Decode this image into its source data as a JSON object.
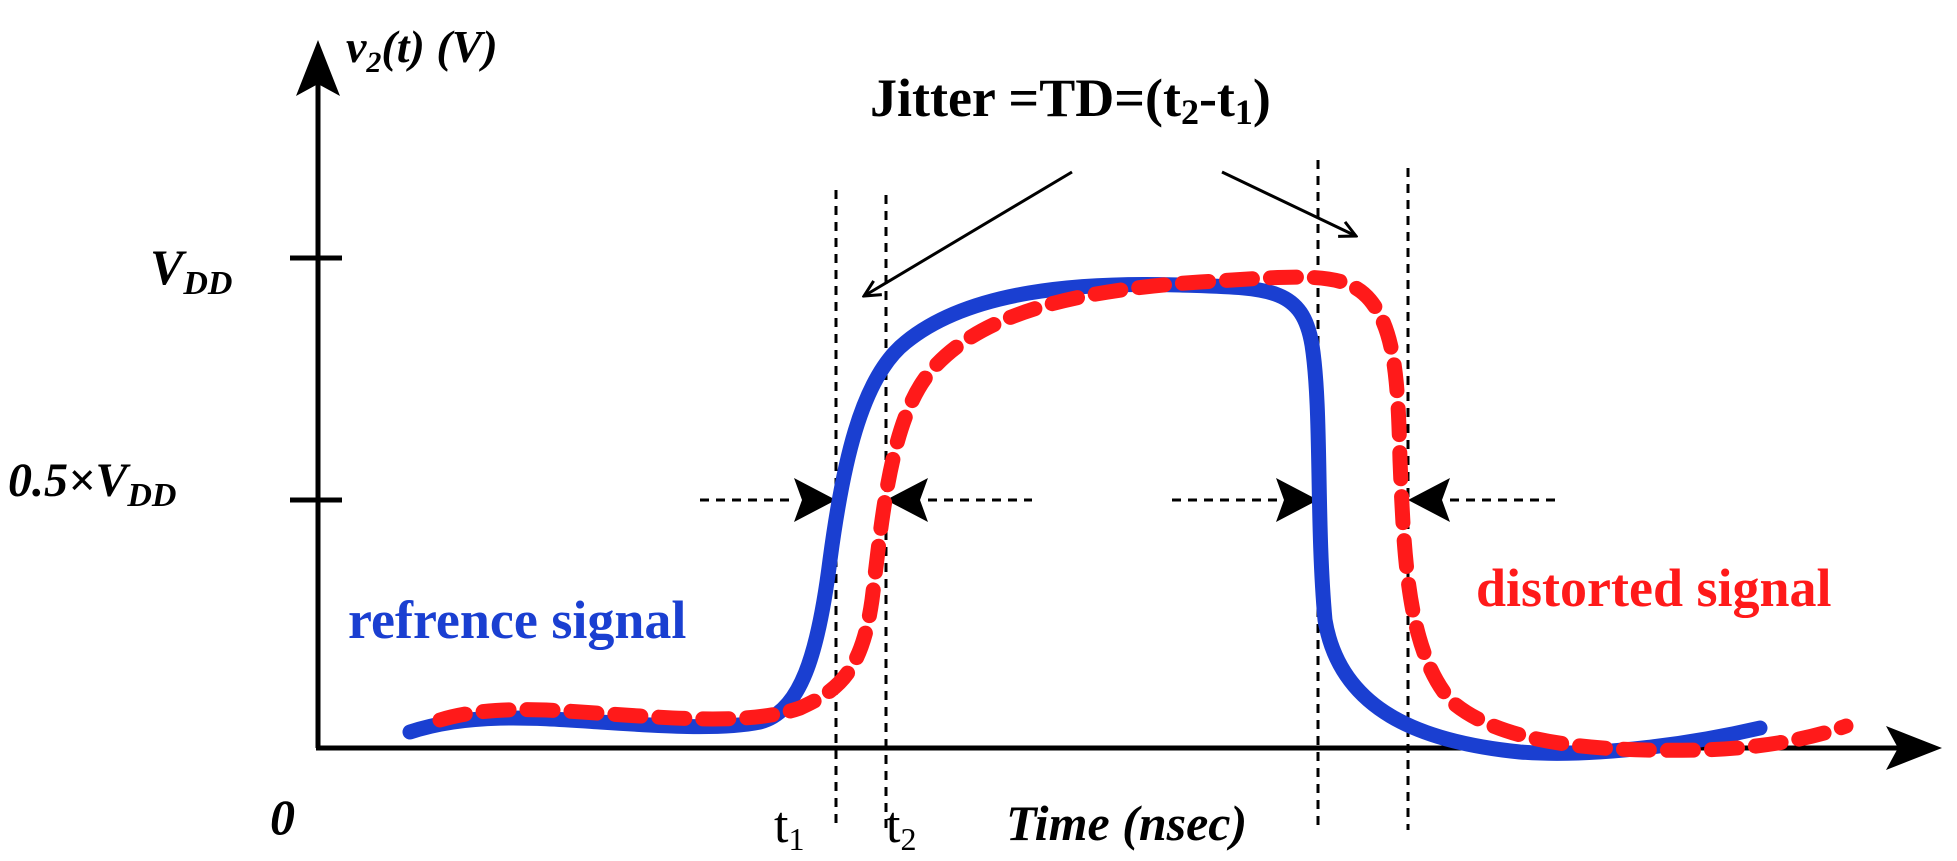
{
  "axes": {
    "y_label_main": "v",
    "y_label_sub": "2",
    "y_label_rest": "(t) (V)",
    "x_label": "Time (nsec)",
    "origin_label": "0",
    "vdd_main": "V",
    "vdd_sub": "DD",
    "half_vdd_main": "0.5×V",
    "half_vdd_sub": "DD"
  },
  "annotation": {
    "jitter_prefix": "Jitter =TD=(t",
    "jitter_sub1": "2",
    "jitter_mid": "-t",
    "jitter_sub2": "1",
    "jitter_suffix": ")"
  },
  "markers": {
    "t1_main": "t",
    "t1_sub": "1",
    "t2_main": "t",
    "t2_sub": "2"
  },
  "legend": {
    "reference": "refrence signal",
    "distorted": "distorted signal"
  },
  "colors": {
    "reference": "#1a3fd1",
    "distorted": "#ff1a1a",
    "ink": "#000000"
  }
}
